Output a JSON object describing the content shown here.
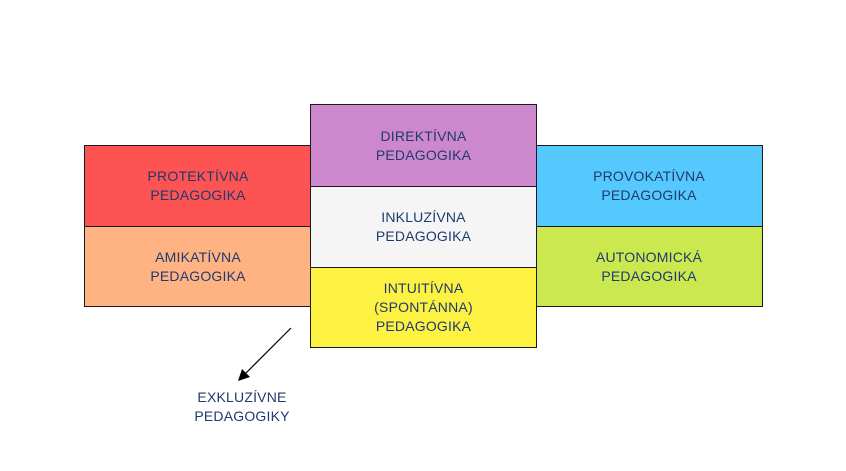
{
  "diagram": {
    "boxes": {
      "protective": {
        "label": "PROTEKTÍVNA\nPEDAGOGIKA",
        "color": "#fe5353"
      },
      "amicative": {
        "label": "AMIKATÍVNA\nPEDAGOGIKA",
        "color": "#ffb383"
      },
      "directive": {
        "label": "DIREKTÍVNA\nPEDAGOGIKA",
        "color": "#cd88cd"
      },
      "inclusive": {
        "label": "INKLUZÍVNA\nPEDAGOGIKA",
        "color": "#f5f5f5"
      },
      "intuitive": {
        "label": "INTUITÍVNA\n(SPONTÁNNA)\nPEDAGOGIKA",
        "color": "#fdf142"
      },
      "provocative": {
        "label": "PROVOKATÍVNA\nPEDAGOGIKA",
        "color": "#55c8fe"
      },
      "autonomous": {
        "label": "AUTONOMICKÁ\nPEDAGOGIKA",
        "color": "#cbe94f"
      }
    },
    "exclusive_label": "EXKLUZÍVNE\nPEDAGOGIKY",
    "text_color": "#1f3a6e"
  }
}
